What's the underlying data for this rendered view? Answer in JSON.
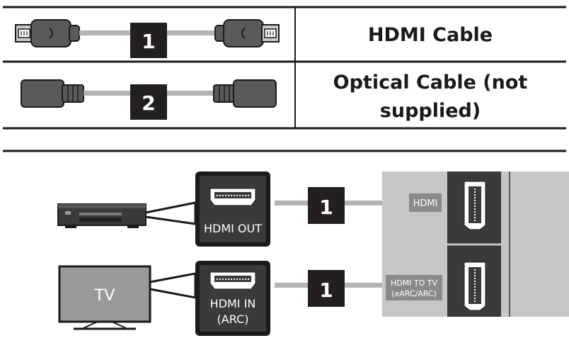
{
  "legend": {
    "rows": [
      {
        "number": "1",
        "label": "HDMI Cable"
      },
      {
        "number": "2",
        "label_line1": "Optical Cable (not",
        "label_line2": "supplied)"
      }
    ]
  },
  "connection": {
    "source_device_port": "HDMI OUT",
    "tv_label": "TV",
    "tv_port_line1": "HDMI IN",
    "tv_port_line2": "(ARC)",
    "cable_number_top": "1",
    "cable_number_bottom": "1",
    "soundbar_port_top": "HDMI",
    "soundbar_port_bottom_line1": "HDMI TO TV",
    "soundbar_port_bottom_line2": "(eARC/ARC)"
  },
  "colors": {
    "line": "#1a1a1a",
    "badge": "#231f20",
    "cable_gray": "#b3b3b3",
    "panel_gray": "#c6c6c6",
    "port_dark": "#3a3a3a"
  }
}
